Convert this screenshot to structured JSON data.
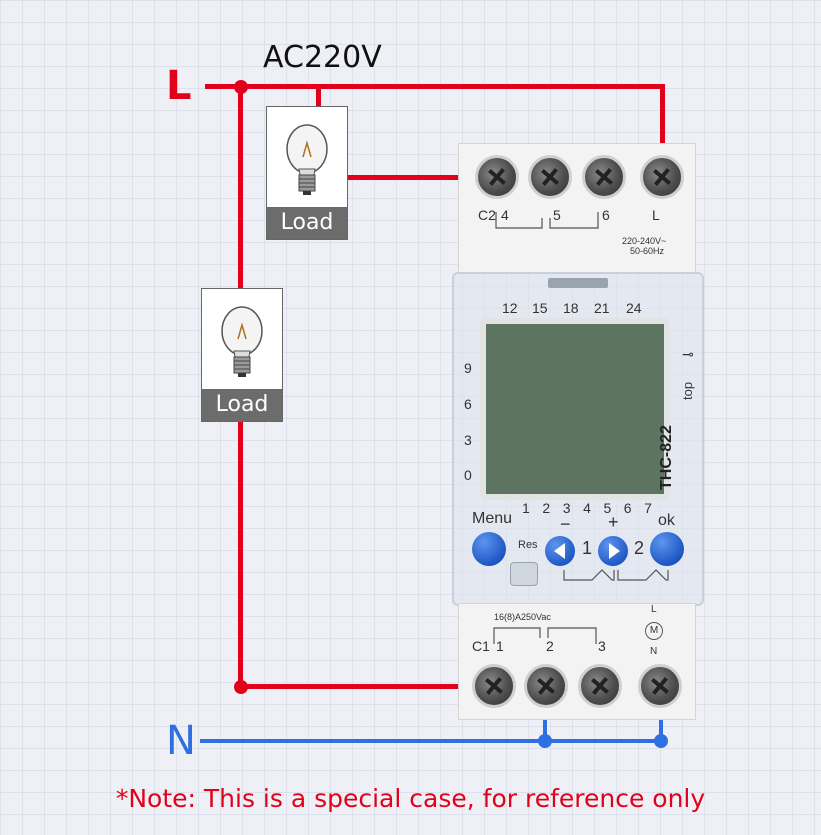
{
  "labels": {
    "line": "L",
    "voltage": "AC220V",
    "neutral": "N",
    "note": "*Note: This is a special case, for reference only"
  },
  "loads": [
    {
      "caption": "Load"
    },
    {
      "caption": "Load"
    }
  ],
  "device": {
    "model": "THC-822",
    "top_label": "top",
    "rating_top": "220-240V~",
    "rating_freq": "50-60Hz",
    "rating_contact": "16(8)A250Vac",
    "top_terminals": [
      "C2",
      "4",
      "5",
      "6",
      "L"
    ],
    "bottom_terminals": [
      "C1",
      "1",
      "2",
      "3"
    ],
    "motor_labels": [
      "L",
      "M",
      "N"
    ],
    "hour_marks_top": [
      "12",
      "15",
      "18",
      "21",
      "24"
    ],
    "hour_marks_side": [
      "9",
      "6",
      "3",
      "0"
    ],
    "day_numbers": [
      "1",
      "2",
      "3",
      "4",
      "5",
      "6",
      "7"
    ],
    "buttons": {
      "menu": "Menu",
      "res": "Res",
      "ok": "ok",
      "minus": "−",
      "plus": "+",
      "channel_1": "1",
      "channel_2": "2"
    }
  },
  "colors": {
    "live_wire": "#e3001b",
    "neutral_wire": "#2f6fe4",
    "lcd": "#5d7460",
    "button_blue": "#1e56c4"
  }
}
